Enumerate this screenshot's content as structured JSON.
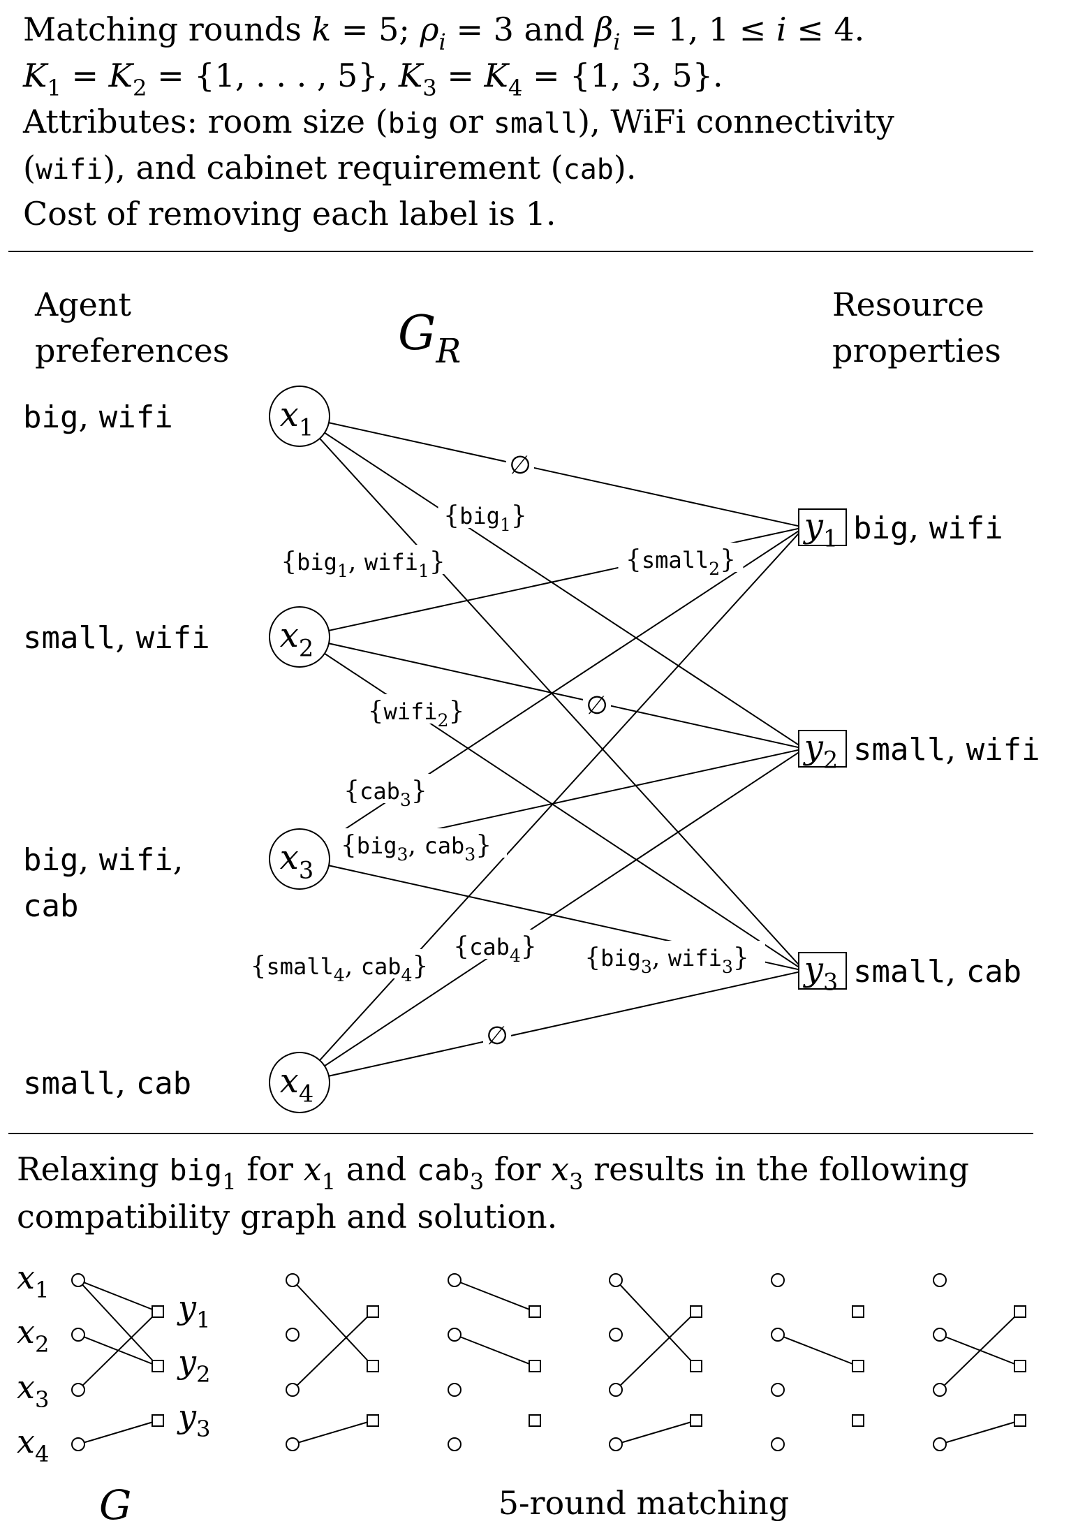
{
  "header": {
    "lines": [
      [
        {
          "t": "Matching rounds "
        },
        {
          "t": "k",
          "m": 1
        },
        {
          "t": " = 5; ",
          "mu": 1
        },
        {
          "t": "ρ",
          "m": 1
        },
        {
          "t": "i",
          "m": 1,
          "s": "sub"
        },
        {
          "t": " = 3",
          "mu": 1
        },
        {
          "t": " and "
        },
        {
          "t": "β",
          "m": 1
        },
        {
          "t": "i",
          "m": 1,
          "s": "sub"
        },
        {
          "t": " = 1, 1 ≤ ",
          "mu": 1
        },
        {
          "t": "i",
          "m": 1
        },
        {
          "t": " ≤ 4.",
          "mu": 1
        }
      ],
      [
        {
          "t": "K",
          "m": 1
        },
        {
          "t": "1",
          "mu": 1,
          "s": "sub"
        },
        {
          "t": " = ",
          "mu": 1
        },
        {
          "t": "K",
          "m": 1
        },
        {
          "t": "2",
          "mu": 1,
          "s": "sub"
        },
        {
          "t": " = {1, . . . , 5}, ",
          "mu": 1
        },
        {
          "t": "K",
          "m": 1
        },
        {
          "t": "3",
          "mu": 1,
          "s": "sub"
        },
        {
          "t": " = ",
          "mu": 1
        },
        {
          "t": "K",
          "m": 1
        },
        {
          "t": "4",
          "mu": 1,
          "s": "sub"
        },
        {
          "t": " = {1, 3, 5}.",
          "mu": 1
        }
      ],
      [
        {
          "t": "Attributes:  room size ("
        },
        {
          "t": "big",
          "c": 1
        },
        {
          "t": " or "
        },
        {
          "t": "small",
          "c": 1
        },
        {
          "t": "), WiFi connectivity"
        }
      ],
      [
        {
          "t": "("
        },
        {
          "t": "wifi",
          "c": 1
        },
        {
          "t": "), and cabinet requirement ("
        },
        {
          "t": "cab",
          "c": 1
        },
        {
          "t": ")."
        }
      ],
      [
        {
          "t": "Cost of removing each label is 1."
        }
      ]
    ]
  },
  "gr": {
    "title_base": "G",
    "title_sub": "R",
    "agent_heading": [
      "Agent",
      "preferences"
    ],
    "resource_heading": [
      "Resource",
      "properties"
    ],
    "agents": [
      {
        "node": "x",
        "sub": "1",
        "prefs": [
          [
            {
              "t": "big",
              "c": 1
            },
            {
              "t": ", "
            },
            {
              "t": "wifi",
              "c": 1
            }
          ]
        ]
      },
      {
        "node": "x",
        "sub": "2",
        "prefs": [
          [
            {
              "t": "small",
              "c": 1
            },
            {
              "t": ", "
            },
            {
              "t": "wifi",
              "c": 1
            }
          ]
        ]
      },
      {
        "node": "x",
        "sub": "3",
        "prefs": [
          [
            {
              "t": "big",
              "c": 1
            },
            {
              "t": ", "
            },
            {
              "t": "wifi",
              "c": 1
            },
            {
              "t": ","
            }
          ],
          [
            {
              "t": "cab",
              "c": 1
            }
          ]
        ]
      },
      {
        "node": "x",
        "sub": "4",
        "prefs": [
          [
            {
              "t": "small",
              "c": 1
            },
            {
              "t": ", "
            },
            {
              "t": "cab",
              "c": 1
            }
          ]
        ]
      }
    ],
    "resources": [
      {
        "node": "y",
        "sub": "1",
        "props": [
          {
            "t": "big",
            "c": 1
          },
          {
            "t": ", "
          },
          {
            "t": "wifi",
            "c": 1
          }
        ]
      },
      {
        "node": "y",
        "sub": "2",
        "props": [
          {
            "t": "small",
            "c": 1
          },
          {
            "t": ", "
          },
          {
            "t": "wifi",
            "c": 1
          }
        ]
      },
      {
        "node": "y",
        "sub": "3",
        "props": [
          {
            "t": "small",
            "c": 1
          },
          {
            "t": ", "
          },
          {
            "t": "cab",
            "c": 1
          }
        ]
      }
    ],
    "edges": [
      {
        "from": 0,
        "to": 0,
        "label": [
          {
            "t": "∅"
          }
        ]
      },
      {
        "from": 0,
        "to": 1,
        "label": [
          {
            "t": "{",
            "s": "br"
          },
          {
            "t": "big",
            "c": 1
          },
          {
            "t": "1",
            "s": "sub"
          },
          {
            "t": "}",
            "s": "br"
          }
        ]
      },
      {
        "from": 0,
        "to": 2,
        "label": [
          {
            "t": "{",
            "s": "br"
          },
          {
            "t": "big",
            "c": 1
          },
          {
            "t": "1",
            "s": "sub"
          },
          {
            "t": ", "
          },
          {
            "t": "wifi",
            "c": 1
          },
          {
            "t": "1",
            "s": "sub"
          },
          {
            "t": "}",
            "s": "br"
          }
        ]
      },
      {
        "from": 1,
        "to": 0,
        "label": [
          {
            "t": "{",
            "s": "br"
          },
          {
            "t": "small",
            "c": 1
          },
          {
            "t": "2",
            "s": "sub"
          },
          {
            "t": "}",
            "s": "br"
          }
        ]
      },
      {
        "from": 1,
        "to": 1,
        "label": [
          {
            "t": "∅"
          }
        ]
      },
      {
        "from": 1,
        "to": 2,
        "label": [
          {
            "t": "{",
            "s": "br"
          },
          {
            "t": "wifi",
            "c": 1
          },
          {
            "t": "2",
            "s": "sub"
          },
          {
            "t": "}",
            "s": "br"
          }
        ]
      },
      {
        "from": 2,
        "to": 0,
        "label": [
          {
            "t": "{",
            "s": "br"
          },
          {
            "t": "cab",
            "c": 1
          },
          {
            "t": "3",
            "s": "sub"
          },
          {
            "t": "}",
            "s": "br"
          }
        ]
      },
      {
        "from": 2,
        "to": 1,
        "label": [
          {
            "t": "{",
            "s": "br"
          },
          {
            "t": "big",
            "c": 1
          },
          {
            "t": "3",
            "s": "sub"
          },
          {
            "t": ", "
          },
          {
            "t": "cab",
            "c": 1
          },
          {
            "t": "3",
            "s": "sub"
          },
          {
            "t": "}",
            "s": "br"
          }
        ]
      },
      {
        "from": 2,
        "to": 2,
        "label": [
          {
            "t": "{",
            "s": "br"
          },
          {
            "t": "big",
            "c": 1
          },
          {
            "t": "3",
            "s": "sub"
          },
          {
            "t": ", "
          },
          {
            "t": "wifi",
            "c": 1
          },
          {
            "t": "3",
            "s": "sub"
          },
          {
            "t": "}",
            "s": "br"
          }
        ]
      },
      {
        "from": 3,
        "to": 0,
        "label": [
          {
            "t": "{",
            "s": "br"
          },
          {
            "t": "small",
            "c": 1
          },
          {
            "t": "4",
            "s": "sub"
          },
          {
            "t": ", "
          },
          {
            "t": "cab",
            "c": 1
          },
          {
            "t": "4",
            "s": "sub"
          },
          {
            "t": "}",
            "s": "br"
          }
        ]
      },
      {
        "from": 3,
        "to": 1,
        "label": [
          {
            "t": "{",
            "s": "br"
          },
          {
            "t": "cab",
            "c": 1
          },
          {
            "t": "4",
            "s": "sub"
          },
          {
            "t": "}",
            "s": "br"
          }
        ]
      },
      {
        "from": 3,
        "to": 2,
        "label": [
          {
            "t": "∅"
          }
        ]
      }
    ]
  },
  "relax": {
    "lines": [
      [
        {
          "t": "Relaxing "
        },
        {
          "t": "big",
          "c": 1
        },
        {
          "t": "1",
          "s": "sub"
        },
        {
          "t": " for "
        },
        {
          "t": "x",
          "m": 1
        },
        {
          "t": "1",
          "mu": 1,
          "s": "sub"
        },
        {
          "t": " and "
        },
        {
          "t": "cab",
          "c": 1
        },
        {
          "t": "3",
          "s": "sub"
        },
        {
          "t": " for "
        },
        {
          "t": "x",
          "m": 1
        },
        {
          "t": "3",
          "mu": 1,
          "s": "sub"
        },
        {
          "t": " results in the following"
        }
      ],
      [
        {
          "t": "compatibility graph and solution."
        }
      ]
    ]
  },
  "compat": {
    "label": "G",
    "agents": [
      "1",
      "2",
      "3",
      "4"
    ],
    "resources": [
      "1",
      "2",
      "3"
    ],
    "edges": [
      [
        0,
        0
      ],
      [
        0,
        1
      ],
      [
        1,
        1
      ],
      [
        2,
        0
      ],
      [
        3,
        2
      ]
    ]
  },
  "rounds": {
    "caption": "5-round matching",
    "matchings": [
      [
        [
          0,
          1
        ],
        [
          2,
          0
        ],
        [
          3,
          2
        ]
      ],
      [
        [
          0,
          0
        ],
        [
          1,
          1
        ]
      ],
      [
        [
          0,
          1
        ],
        [
          2,
          0
        ],
        [
          3,
          2
        ]
      ],
      [
        [
          1,
          1
        ]
      ],
      [
        [
          1,
          1
        ],
        [
          2,
          0
        ],
        [
          3,
          2
        ]
      ]
    ]
  }
}
